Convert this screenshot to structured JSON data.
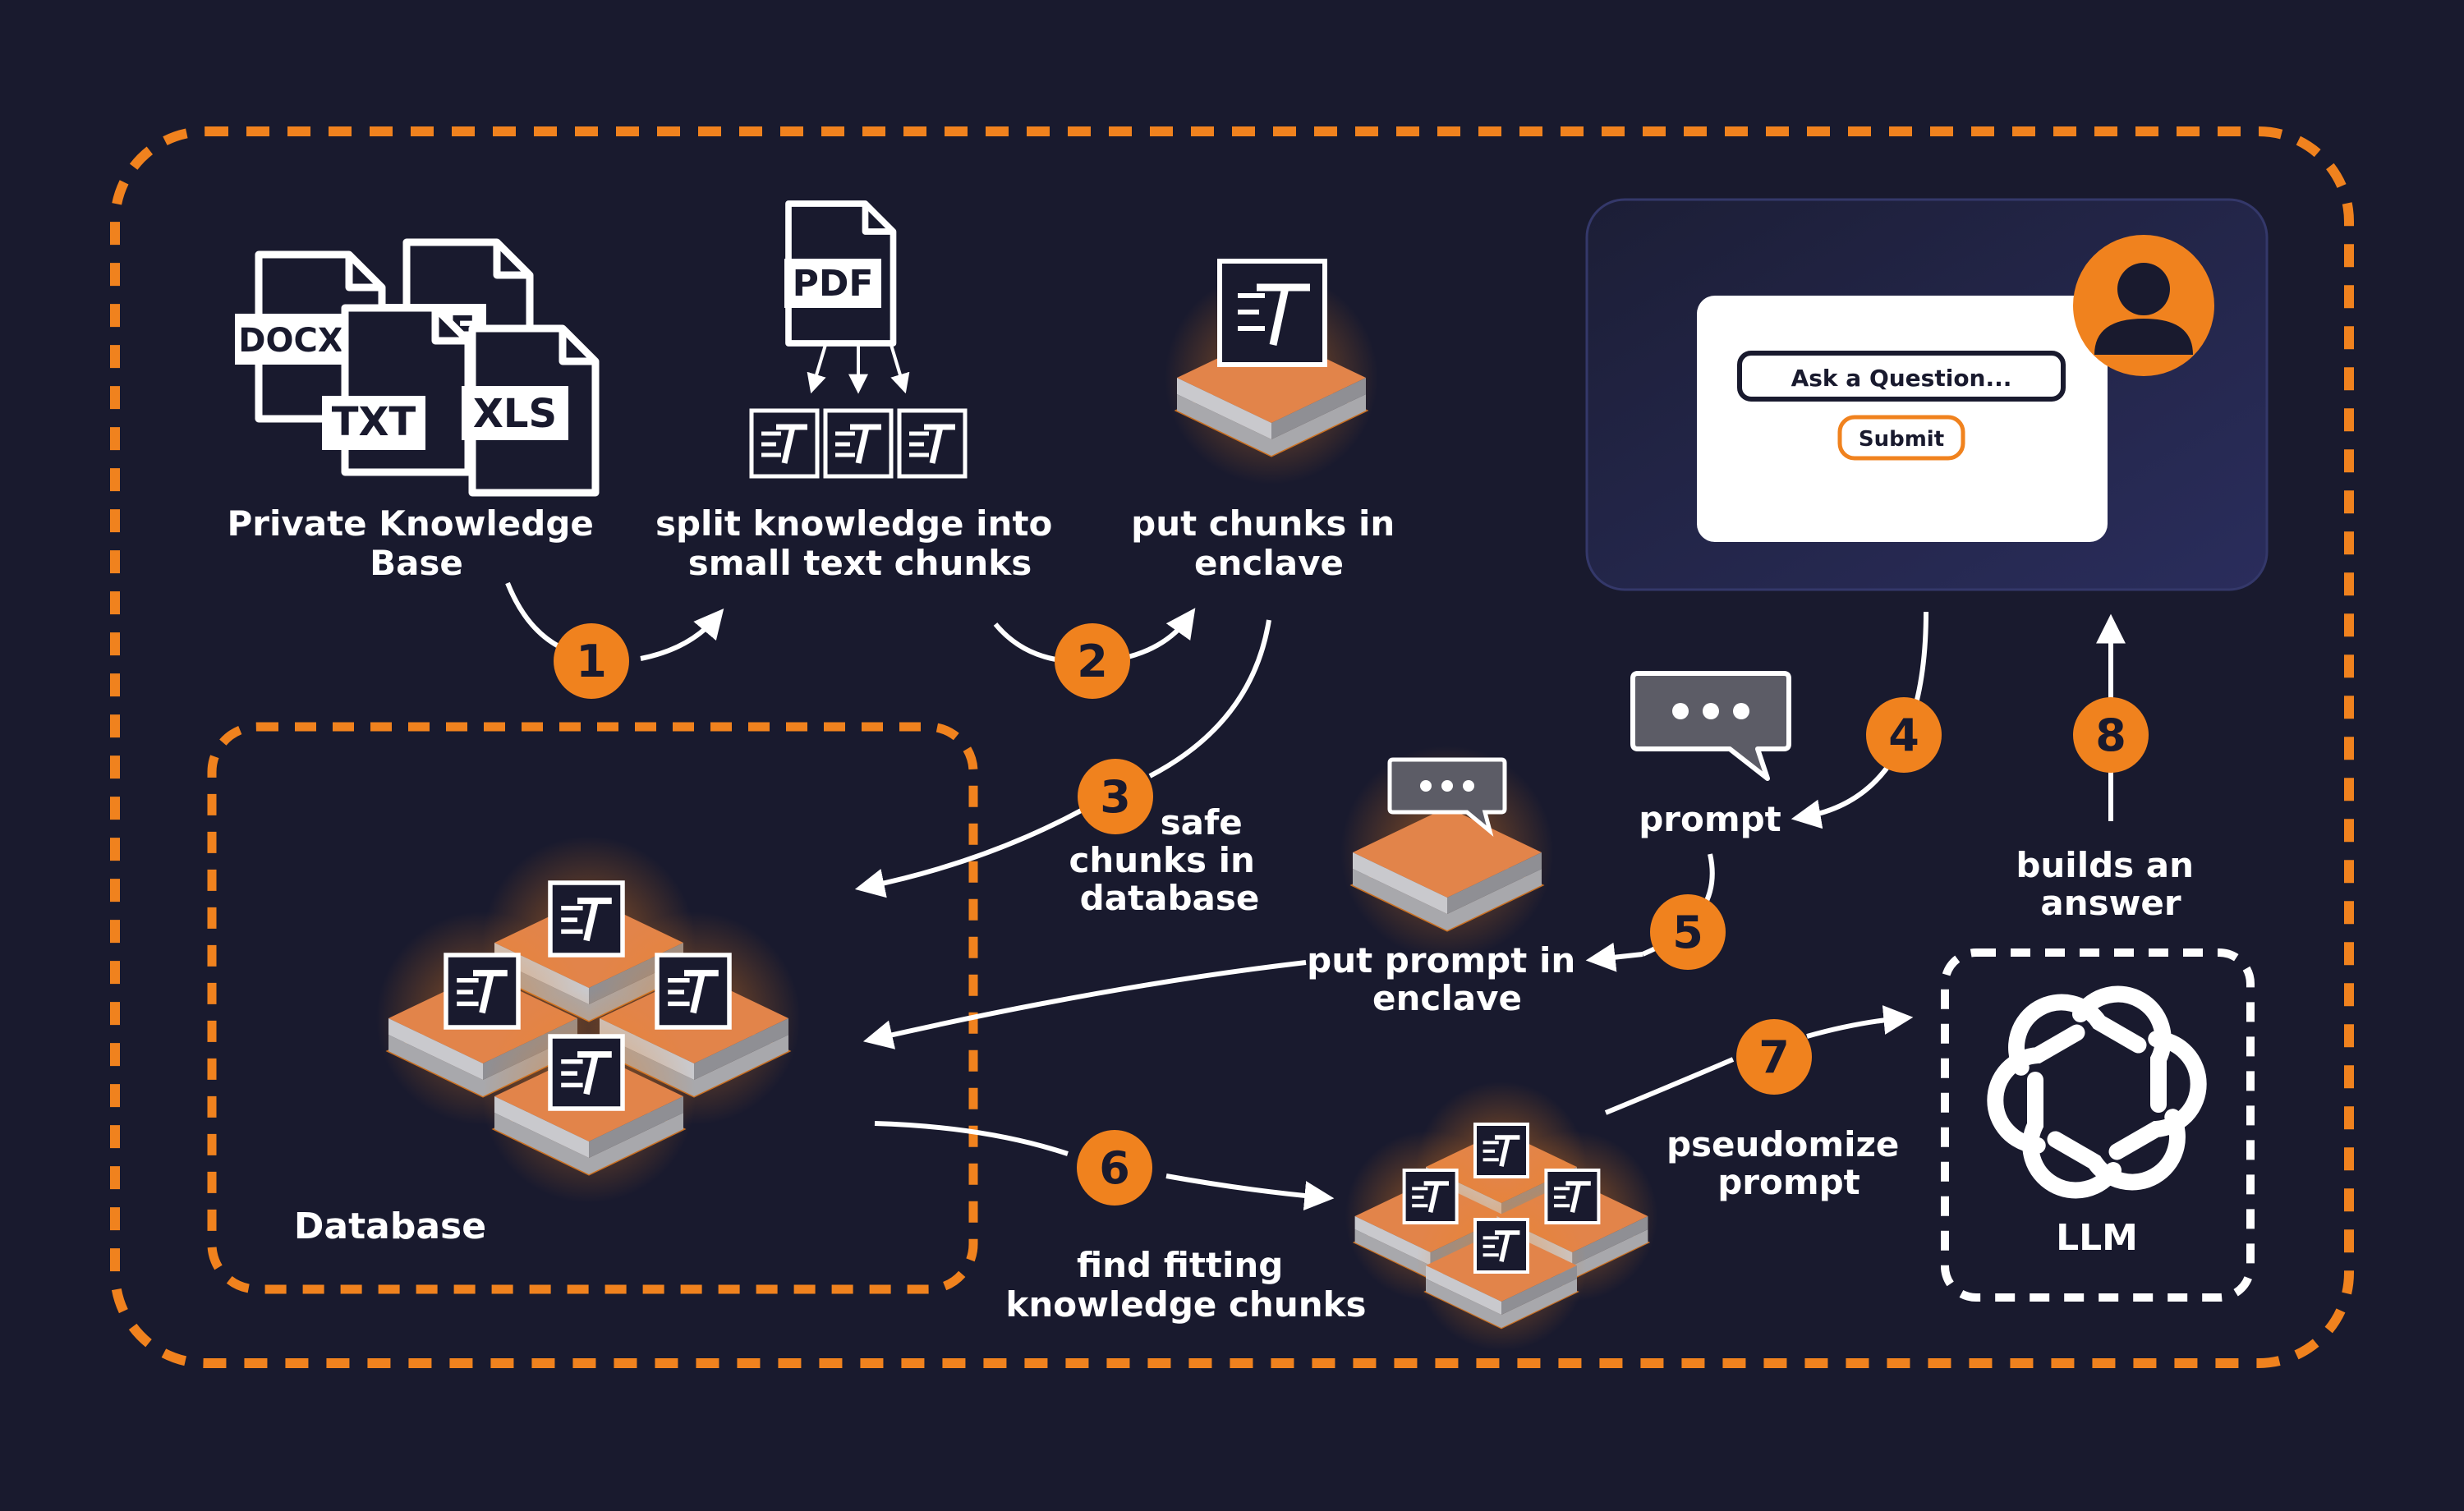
{
  "colors": {
    "background": "#191a2e",
    "accent": "#f0821e",
    "tile_top": "#e2844a",
    "tile_side": "#b6b6b6",
    "text": "#ffffff",
    "panel": "#22264a"
  },
  "steps": [
    {
      "number": "1",
      "label_lines": [
        "Private Knowledge",
        "Base"
      ]
    },
    {
      "number": "2",
      "label_lines": [
        "split knowledge into",
        "small text chunks"
      ]
    },
    {
      "number": "3",
      "label_lines": [
        "put chunks in",
        "enclave"
      ]
    },
    {
      "number": "4",
      "label_lines": [
        "safe",
        "chunks in",
        "database"
      ]
    },
    {
      "number": "5",
      "label_lines": [
        "prompt"
      ]
    },
    {
      "number": "6",
      "label_lines": [
        "put prompt in",
        "enclave"
      ]
    },
    {
      "number": "7",
      "label_lines": [
        "find fitting",
        "knowledge chunks"
      ]
    },
    {
      "number": "8",
      "label_lines": [
        "pseudomize",
        "prompt"
      ]
    }
  ],
  "labels": {
    "database": "Database",
    "llm": "LLM",
    "builds_answer": [
      "builds an",
      "answer"
    ]
  },
  "file_types": {
    "docx": "DOCX",
    "pdf": "PDF",
    "txt": "TXT",
    "xls": "XLS"
  },
  "ui_card": {
    "input_placeholder": "Ask a Question...",
    "submit_label": "Submit"
  },
  "icons": {
    "text_chunk": "text-chunk-icon",
    "user": "user-avatar-icon",
    "chat": "chat-bubble-icon",
    "llm": "openai-logo-icon"
  }
}
